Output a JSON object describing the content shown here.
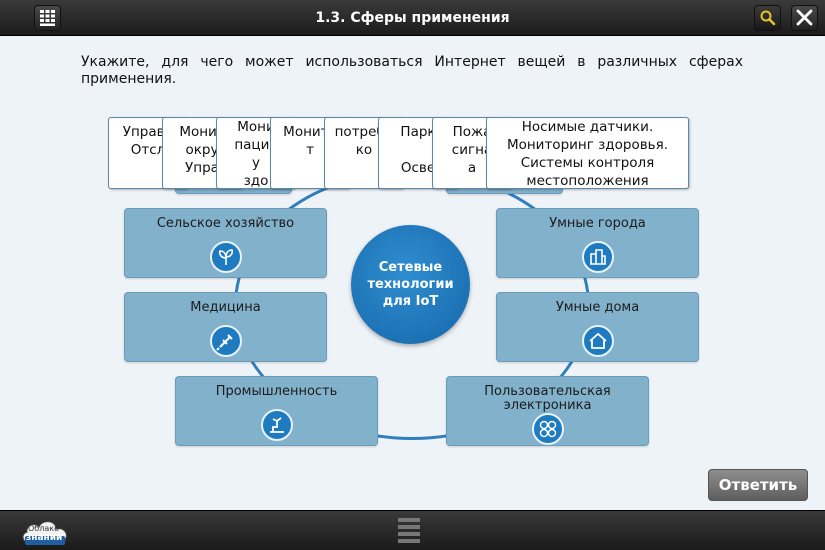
{
  "header": {
    "title": "1.3. Сферы применения",
    "menu_icon": "grid-menu-icon",
    "search_icon": "search-icon",
    "close_icon": "close-icon"
  },
  "question": "Укажите, для чего может использоваться Интернет вещей в различных сферах применения.",
  "diagram": {
    "hub": "Сетевые технологии для IoT",
    "spheres": {
      "agriculture": "Сельское хозяйство",
      "medicine": "Медицина",
      "industry": "Промышленность",
      "smart_cities": "Умные города",
      "smart_homes": "Умные дома",
      "electronics": "Пользовательская электроника"
    },
    "cards": [
      {
        "lines": [
          "Управл",
          "Отсл"
        ]
      },
      {
        "lines": [
          "Монит",
          "окру",
          "Упра"
        ]
      },
      {
        "lines": [
          "Мони",
          "пацие",
          "у",
          "здо"
        ]
      },
      {
        "lines": [
          "Монито",
          "т"
        ]
      },
      {
        "lines": [
          "потребл",
          "ко"
        ]
      },
      {
        "lines": [
          "Парк",
          "",
          "Осве"
        ]
      },
      {
        "lines": [
          "Пожа",
          "сигна",
          "а"
        ]
      },
      {
        "lines": [
          "Носимые датчики.",
          "Мониторинг здоровья.",
          "Системы контроля",
          "местоположения"
        ]
      }
    ]
  },
  "answer_button": "Ответить",
  "logo": {
    "line1": "Облако",
    "line2": "знаний"
  },
  "colors": {
    "accent": "#1f7bbf",
    "sphere": "#82b1cc",
    "topbar": "#2a2a2a"
  }
}
